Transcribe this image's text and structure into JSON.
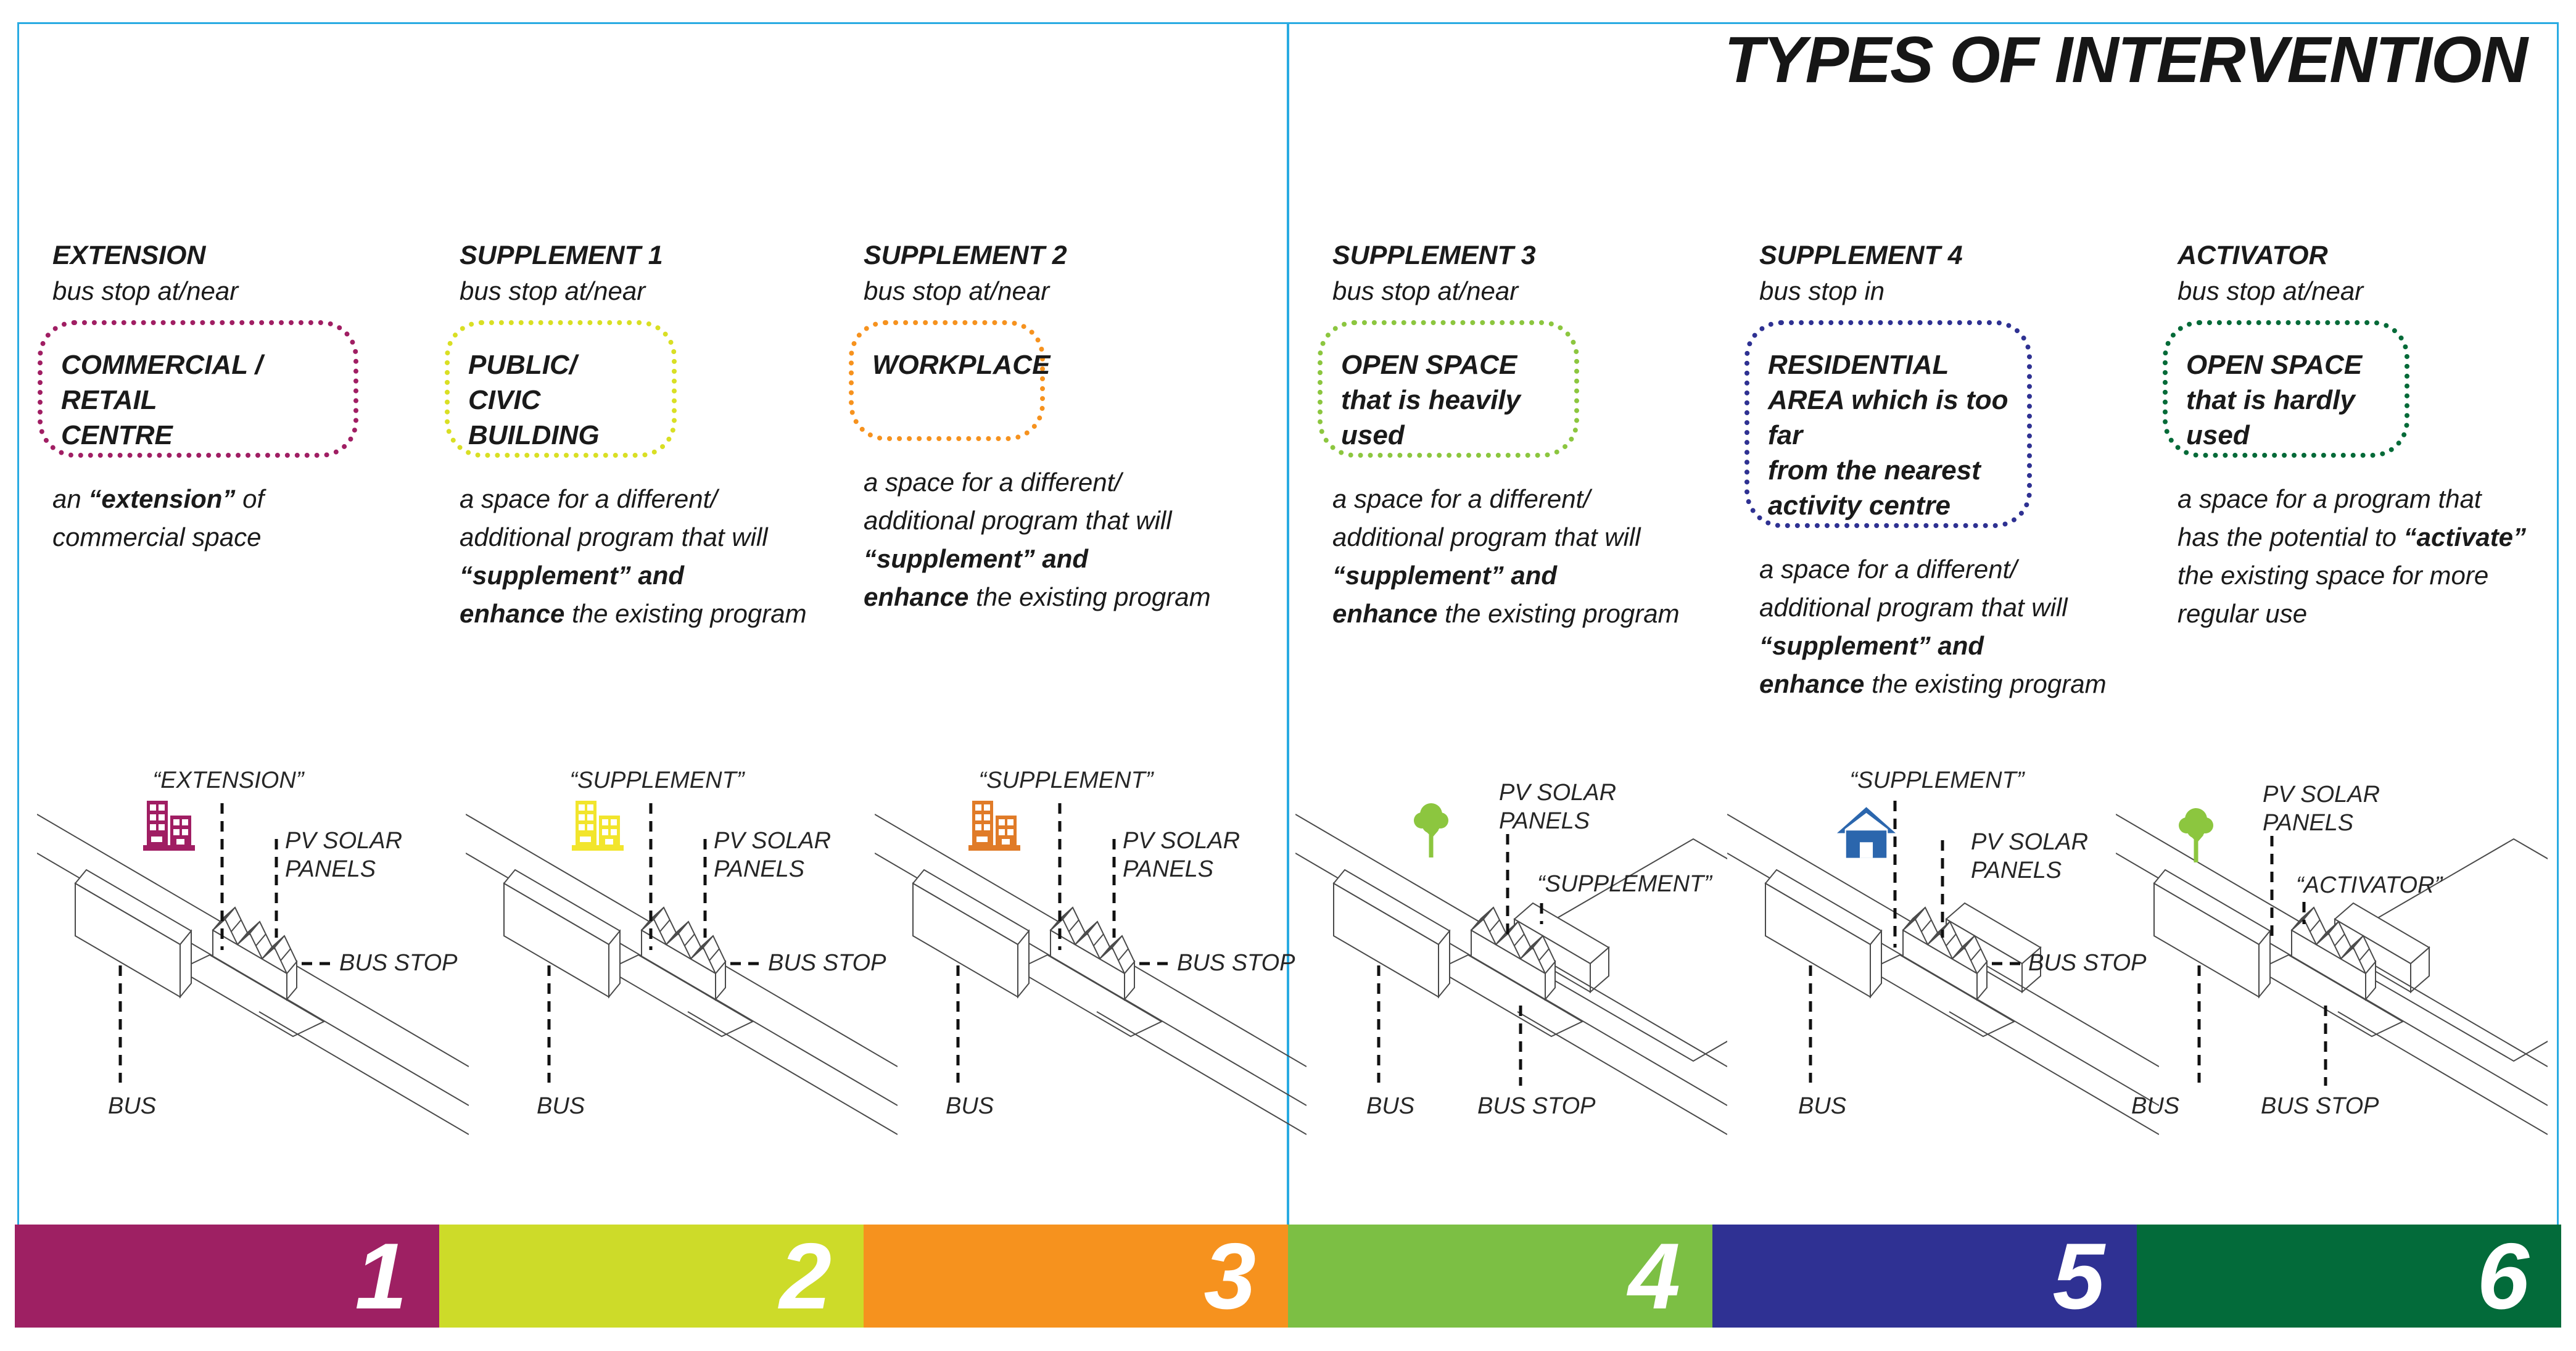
{
  "title": "TYPES OF INTERVENTION",
  "frame_color": "#29ABE2",
  "columns": [
    {
      "heading": "EXTENSION",
      "sub": "bus stop at/near",
      "accent": "#A01E63",
      "icon": "building",
      "icon_color": "#A01E63",
      "box": [
        "COMMERCIAL / RETAIL",
        "CENTRE"
      ],
      "desc": [
        [
          "an ",
          "“extension”",
          " of"
        ],
        [
          "commercial space"
        ]
      ],
      "labels": {
        "callout": "“EXTENSION”",
        "pv1": "PV SOLAR",
        "pv2": "PANELS",
        "stop": "BUS STOP",
        "bus": "BUS"
      }
    },
    {
      "heading": "SUPPLEMENT 1",
      "sub": "bus stop at/near",
      "accent": "#D9DF24",
      "icon": "building",
      "icon_color": "#F2E52C",
      "box": [
        "PUBLIC/",
        "CIVIC BUILDING"
      ],
      "desc": [
        [
          "a space for a different/"
        ],
        [
          "additional program that will"
        ],
        [
          "“supplement” and"
        ],
        [
          "enhance",
          " the existing program"
        ]
      ],
      "labels": {
        "callout": "“SUPPLEMENT”",
        "pv1": "PV SOLAR",
        "pv2": "PANELS",
        "stop": "BUS STOP",
        "bus": "BUS"
      }
    },
    {
      "heading": "SUPPLEMENT 2",
      "sub": "bus stop at/near",
      "accent": "#F6921E",
      "icon": "building",
      "icon_color": "#E07B28",
      "box": [
        "WORKPLACE"
      ],
      "desc": [
        [
          "a space for a different/"
        ],
        [
          "additional program that will"
        ],
        [
          "“supplement” and"
        ],
        [
          "enhance",
          " the existing program"
        ]
      ],
      "labels": {
        "callout": "“SUPPLEMENT”",
        "pv1": "PV SOLAR",
        "pv2": "PANELS",
        "stop": "BUS STOP",
        "bus": "BUS"
      }
    },
    {
      "heading": "SUPPLEMENT 3",
      "sub": "bus stop at/near",
      "accent": "#8CC63F",
      "icon": "tree",
      "icon_color": "#8CC63F",
      "box": [
        "OPEN SPACE",
        "that is heavily used"
      ],
      "desc": [
        [
          "a space for a different/"
        ],
        [
          "additional program that will"
        ],
        [
          "“supplement” and"
        ],
        [
          "enhance",
          " the existing program"
        ]
      ],
      "labels": {
        "callout": "“SUPPLEMENT”",
        "pv1": "PV SOLAR",
        "pv2": "PANELS",
        "stop": "BUS STOP",
        "bus": "BUS"
      }
    },
    {
      "heading": "SUPPLEMENT 4",
      "sub": "bus stop in",
      "accent": "#2E3192",
      "icon": "house",
      "icon_color": "#2B66AD",
      "box": [
        "RESIDENTIAL",
        "AREA which is too far",
        "from the nearest",
        "activity centre"
      ],
      "desc": [
        [
          "a space for a different/"
        ],
        [
          "additional program that will"
        ],
        [
          "“supplement” and"
        ],
        [
          "enhance",
          " the existing program"
        ]
      ],
      "labels": {
        "callout": "“SUPPLEMENT”",
        "pv1": "PV SOLAR",
        "pv2": "PANELS",
        "stop": "BUS STOP",
        "bus": "BUS"
      }
    },
    {
      "heading": "ACTIVATOR",
      "sub": "bus stop at/near",
      "accent": "#046A38",
      "icon": "tree",
      "icon_color": "#8CC63F",
      "box": [
        "OPEN SPACE",
        "that is hardly used"
      ],
      "desc": [
        [
          "a space for a program that"
        ],
        [
          "has the potential to ",
          "“activate”"
        ],
        [
          "the existing space for more"
        ],
        [
          "regular use"
        ]
      ],
      "labels": {
        "callout": "“ACTIVATOR”",
        "pv1": "PV SOLAR",
        "pv2": "PANELS",
        "stop": "BUS STOP",
        "bus": "BUS"
      }
    }
  ],
  "bars": [
    {
      "label": "1",
      "color": "#9E2063"
    },
    {
      "label": "2",
      "color": "#CDDB29"
    },
    {
      "label": "3",
      "color": "#F6921E"
    },
    {
      "label": "4",
      "color": "#7CBF44"
    },
    {
      "label": "5",
      "color": "#2F3193"
    },
    {
      "label": "6",
      "color": "#036B3A"
    }
  ]
}
